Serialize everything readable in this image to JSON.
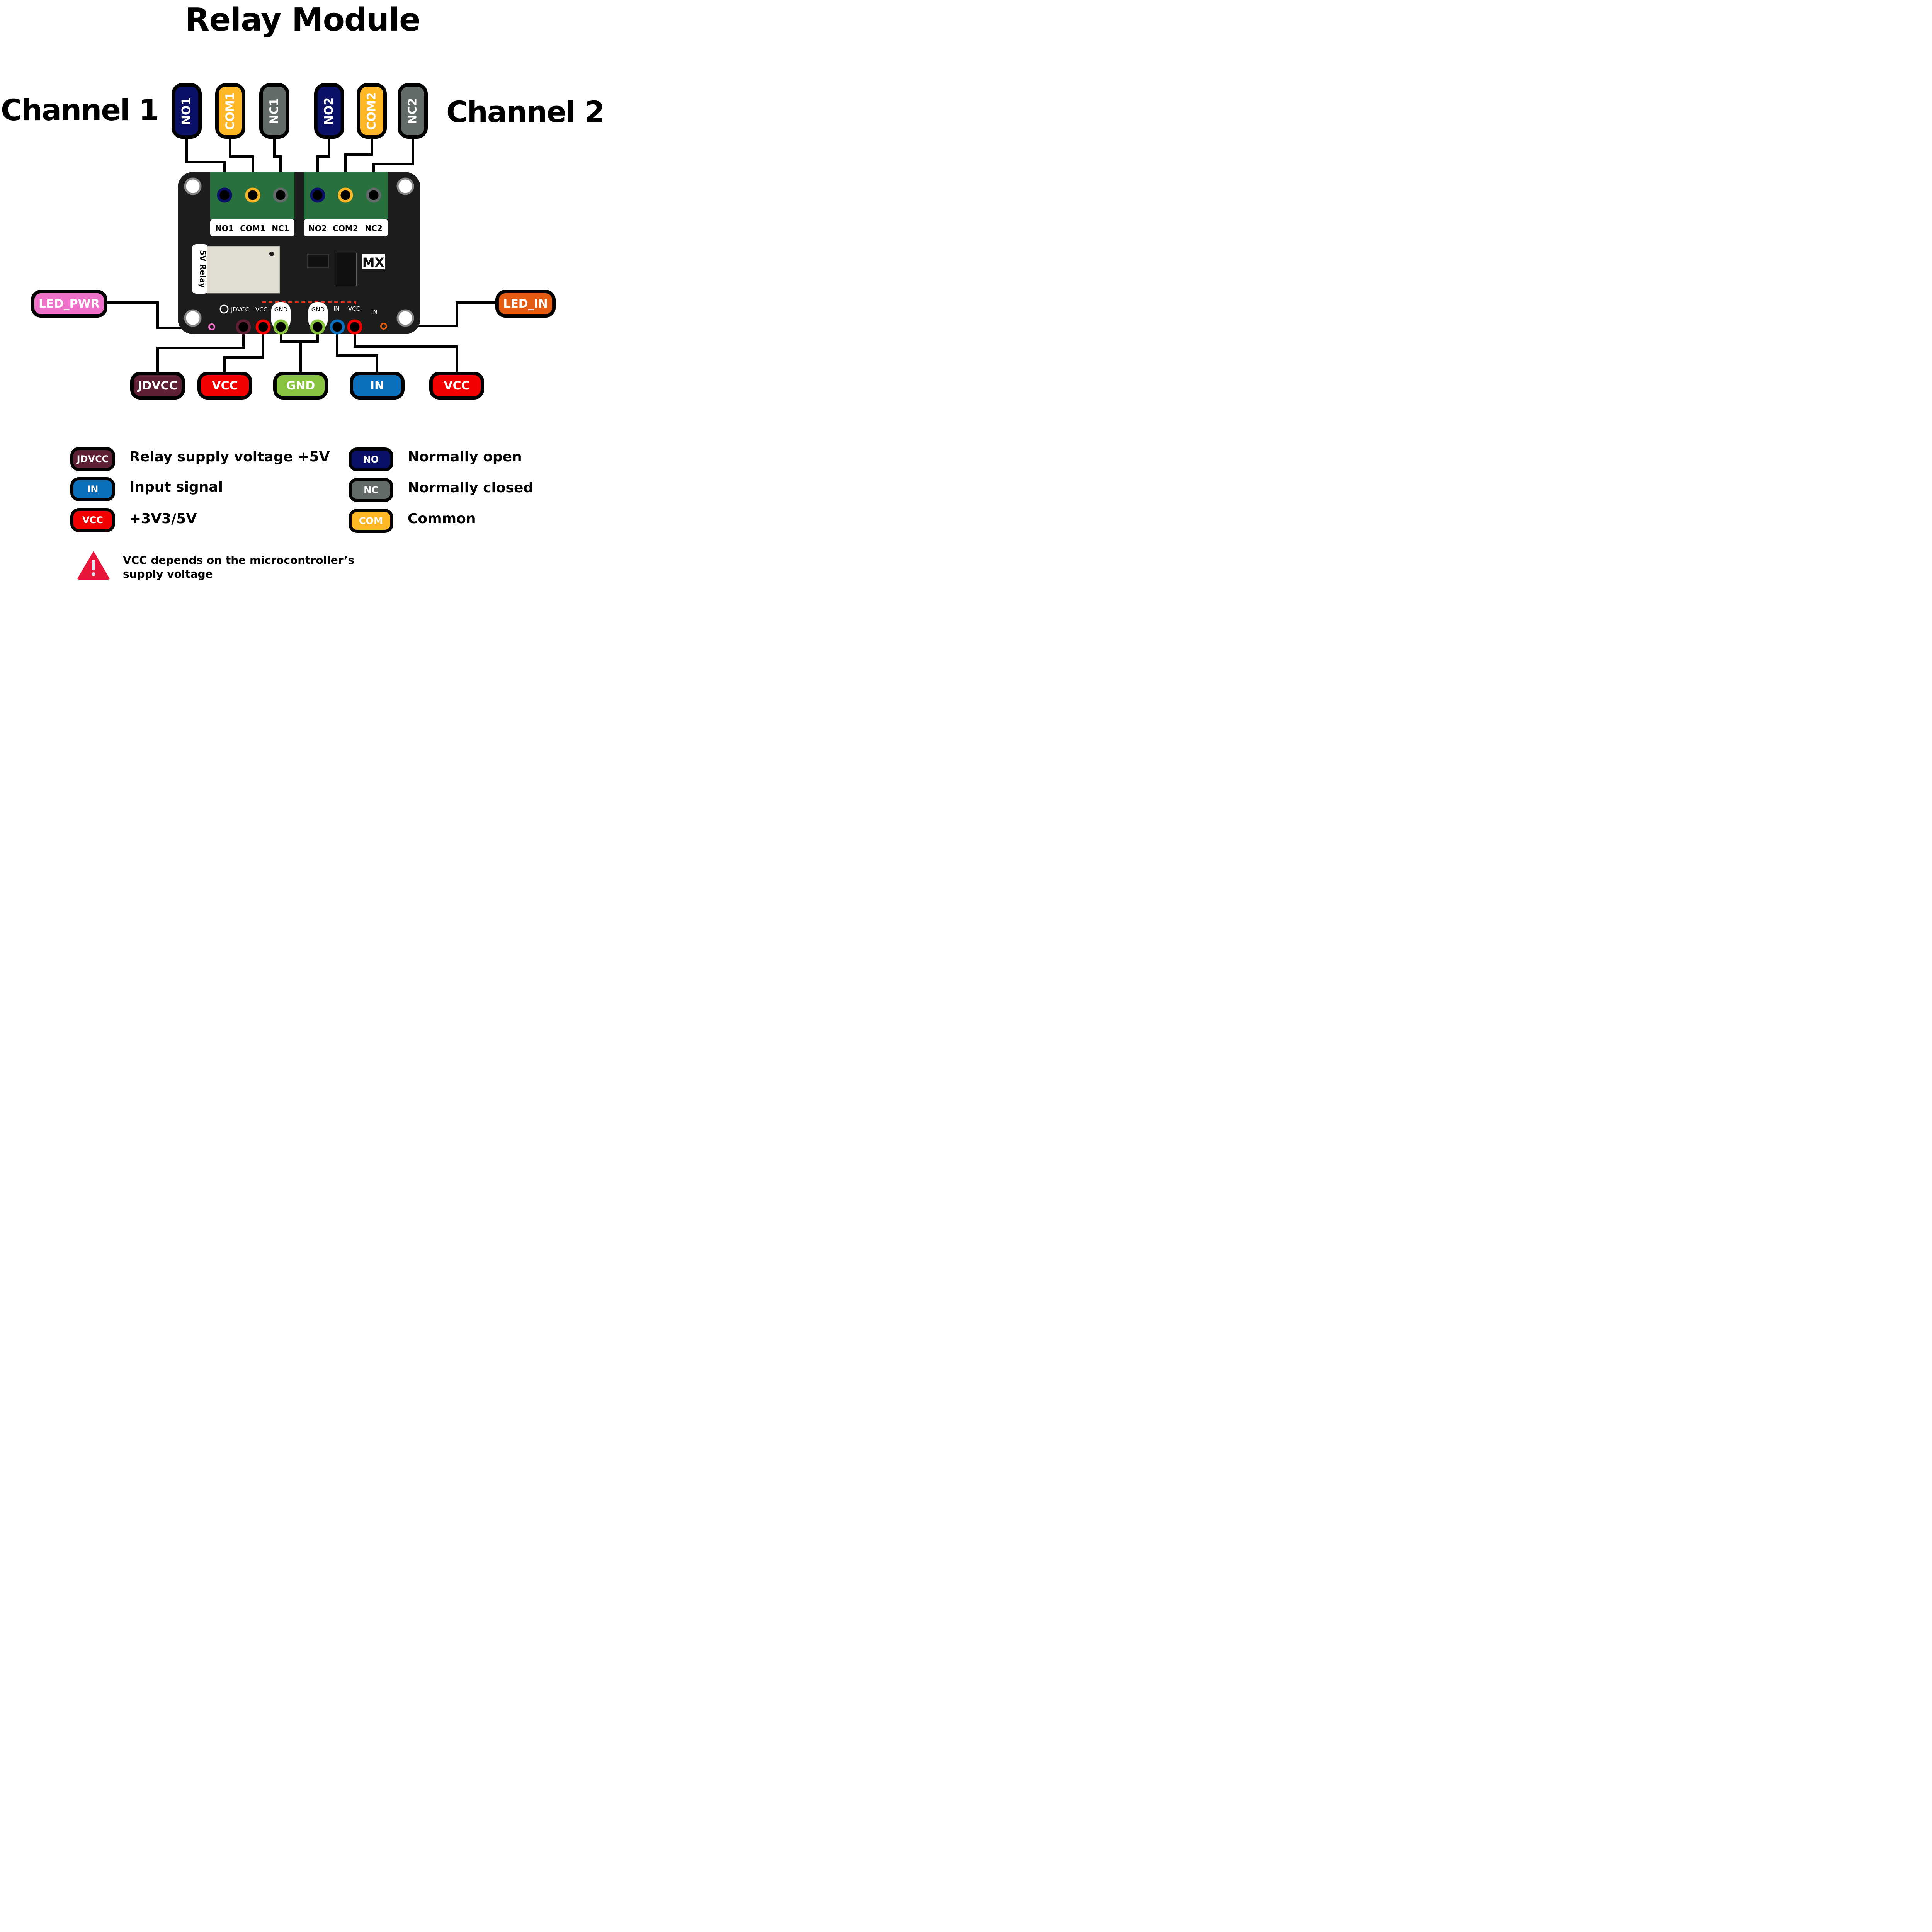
{
  "title": "Relay Module",
  "channels": {
    "ch1": "Channel 1",
    "ch2": "Channel 2"
  },
  "colors": {
    "no": "#0a1066",
    "com": "#fdb726",
    "nc": "#626a6a",
    "jdvcc": "#5e1f37",
    "vcc": "#f40000",
    "gnd": "#88c43f",
    "in": "#0a70bd",
    "led_pwr": "#ef70c8",
    "led_in": "#e45c12"
  },
  "top_pins": [
    {
      "id": "no1",
      "label": "NO1",
      "color": "#0a1066"
    },
    {
      "id": "com1",
      "label": "COM1",
      "color": "#fdb726"
    },
    {
      "id": "nc1",
      "label": "NC1",
      "color": "#626a6a"
    },
    {
      "id": "no2",
      "label": "NO2",
      "color": "#0a1066"
    },
    {
      "id": "com2",
      "label": "COM2",
      "color": "#fdb726"
    },
    {
      "id": "nc2",
      "label": "NC2",
      "color": "#626a6a"
    }
  ],
  "side_pins": {
    "led_pwr": "LED_PWR",
    "led_in": "LED_IN"
  },
  "bottom_pins": [
    {
      "id": "jdvcc",
      "label": "JDVCC",
      "color": "#5e1f37"
    },
    {
      "id": "vcc1",
      "label": "VCC",
      "color": "#f40000"
    },
    {
      "id": "gnd",
      "label": "GND",
      "color": "#88c43f"
    },
    {
      "id": "in",
      "label": "IN",
      "color": "#0a70bd"
    },
    {
      "id": "vcc2",
      "label": "VCC",
      "color": "#f40000"
    }
  ],
  "board": {
    "terminal_labels_1": [
      "NO1",
      "COM1",
      "NC1"
    ],
    "terminal_labels_2": [
      "NO2",
      "COM2",
      "NC2"
    ],
    "relay_label": "5V Relay",
    "logo": "MX",
    "header_labels": [
      "JDVCC",
      "VCC",
      "GND",
      "GND",
      "IN",
      "VCC"
    ],
    "led_label_in": "IN"
  },
  "legend": {
    "left": [
      {
        "tag": "JDVCC",
        "text": "Relay supply voltage +5V",
        "color": "#5e1f37"
      },
      {
        "tag": "IN",
        "text": "Input signal",
        "color": "#0a70bd"
      },
      {
        "tag": "VCC",
        "text": "+3V3/5V",
        "color": "#f40000"
      }
    ],
    "right": [
      {
        "tag": "NO",
        "text": "Normally open",
        "color": "#0a1066"
      },
      {
        "tag": "NC",
        "text": "Normally closed",
        "color": "#626a6a"
      },
      {
        "tag": "COM",
        "text": "Common",
        "color": "#fdb726"
      }
    ]
  },
  "warning": {
    "icon": "warning-icon",
    "line1": "VCC depends on the microcontroller’s",
    "line2": "supply voltage"
  }
}
